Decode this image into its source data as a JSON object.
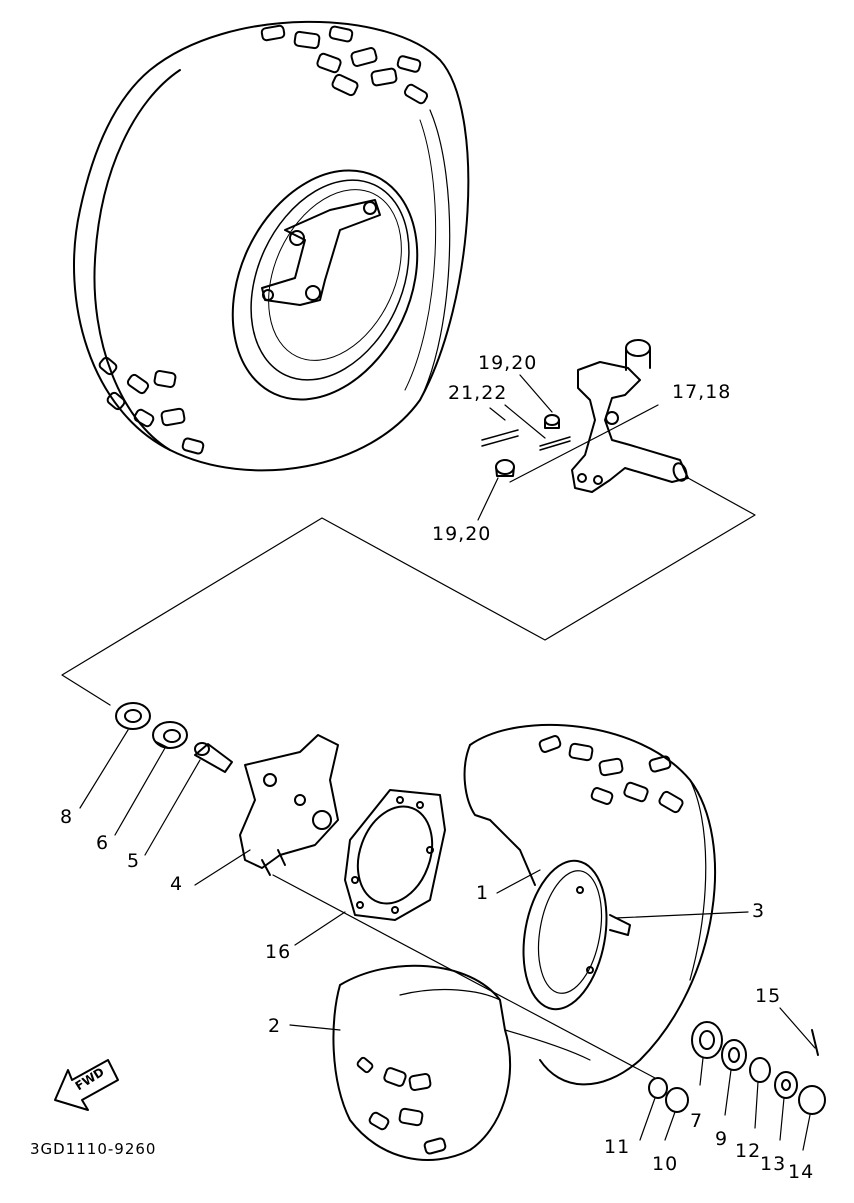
{
  "callouts": {
    "c1": "1",
    "c2": "2",
    "c3": "3",
    "c4": "4",
    "c5": "5",
    "c6": "6",
    "c7": "7",
    "c8": "8",
    "c9": "9",
    "c10": "10",
    "c11": "11",
    "c12": "12",
    "c13": "13",
    "c14": "14",
    "c15": "15",
    "c16": "16",
    "c17_18": "17,18",
    "c19_20_top": "19,20",
    "c19_20_bottom": "19,20",
    "c21_22": "21,22"
  },
  "fwd_label": "FWD",
  "diagram_code": "3GD1110-9260",
  "colors": {
    "ink": "#000000",
    "paper": "#ffffff"
  }
}
